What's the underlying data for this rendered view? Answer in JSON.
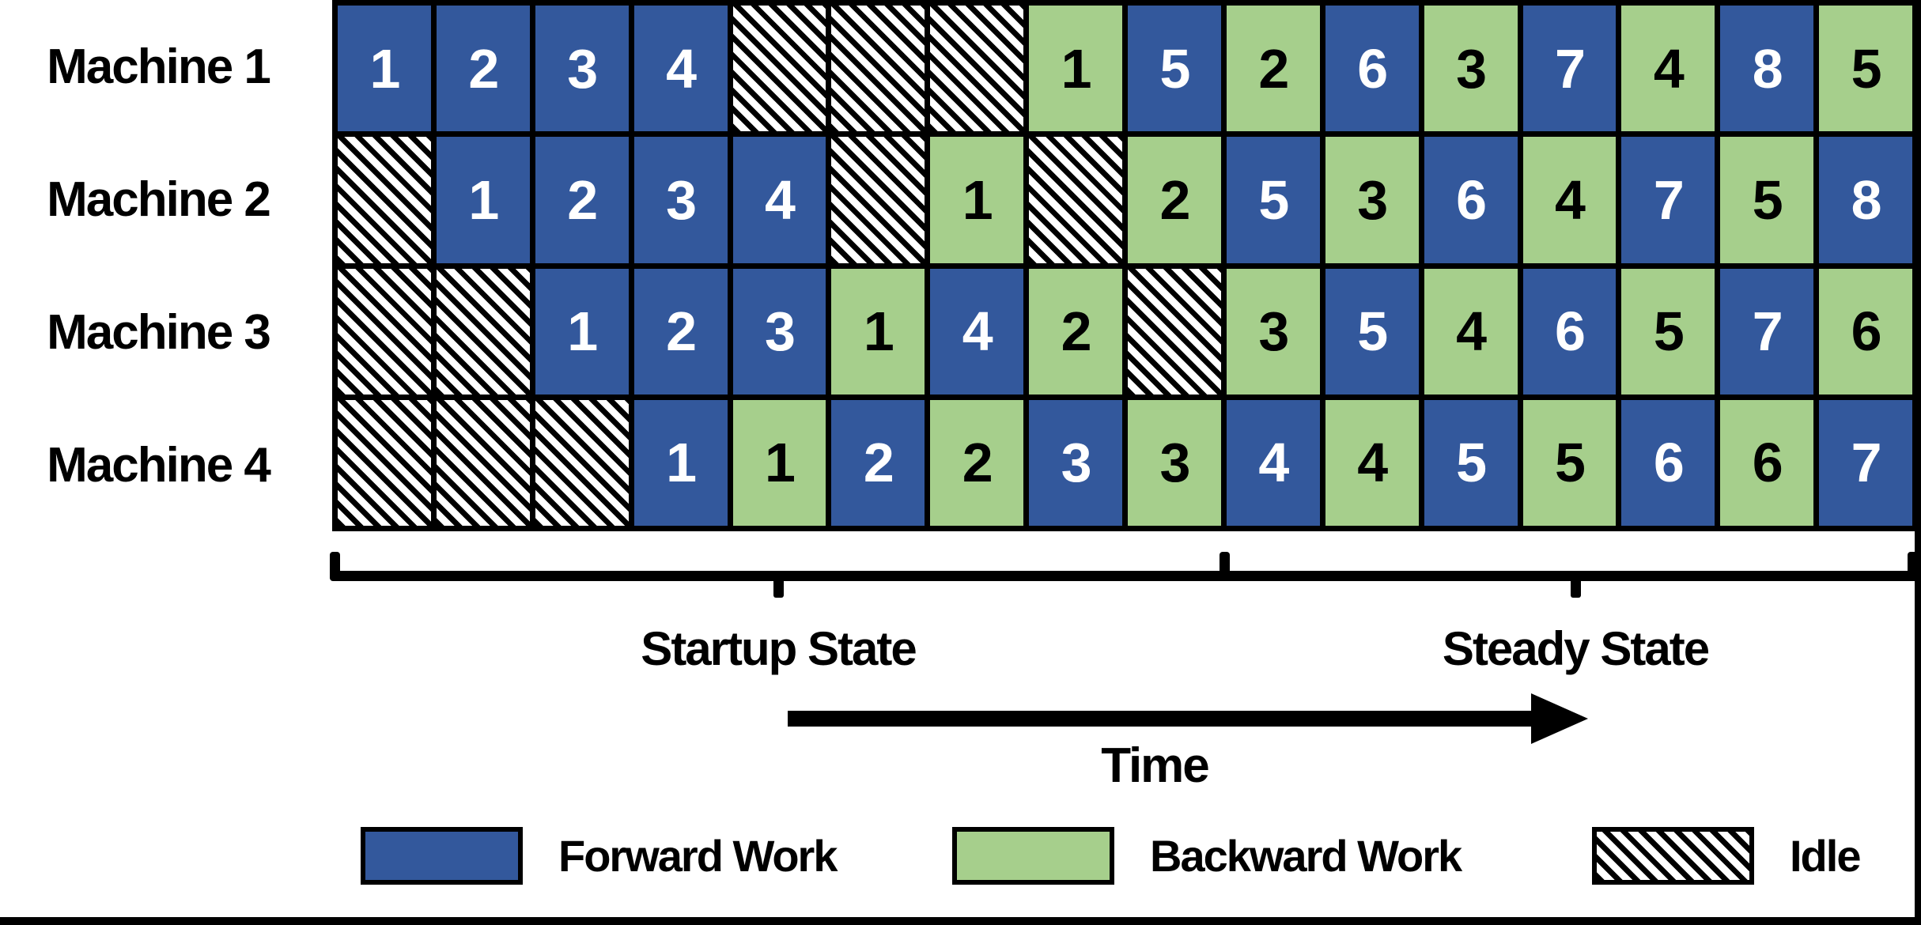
{
  "figure": {
    "description_visible": false
  },
  "machines": [
    {
      "label": "Machine 1",
      "slots": [
        "F1",
        "F2",
        "F3",
        "F4",
        "I",
        "I",
        "I",
        "B1",
        "F5",
        "B2",
        "F6",
        "B3",
        "F7",
        "B4",
        "F8",
        "B5"
      ]
    },
    {
      "label": "Machine 2",
      "slots": [
        "I",
        "F1",
        "F2",
        "F3",
        "F4",
        "I",
        "B1",
        "I",
        "B2",
        "F5",
        "B3",
        "F6",
        "B4",
        "F7",
        "B5",
        "F8"
      ]
    },
    {
      "label": "Machine 3",
      "slots": [
        "I",
        "I",
        "F1",
        "F2",
        "F3",
        "B1",
        "F4",
        "B2",
        "I",
        "B3",
        "F5",
        "B4",
        "F6",
        "B5",
        "F7",
        "B6"
      ]
    },
    {
      "label": "Machine 4",
      "slots": [
        "I",
        "I",
        "I",
        "F1",
        "B1",
        "F2",
        "B2",
        "F3",
        "B3",
        "F4",
        "B4",
        "F5",
        "B5",
        "F6",
        "B6",
        "F7"
      ]
    }
  ],
  "slot_types": {
    "F": "forward",
    "B": "backward",
    "I": "idle"
  },
  "phases": {
    "startup_label": "Startup State",
    "steady_label": "Steady State",
    "startup_slots": 9,
    "steady_slots": 7
  },
  "time_axis": {
    "label": "Time"
  },
  "legend": {
    "items": [
      {
        "key": "forward",
        "label": "Forward Work"
      },
      {
        "key": "backward",
        "label": "Backward Work"
      },
      {
        "key": "idle",
        "label": "Idle"
      }
    ]
  },
  "colors": {
    "forward": "#33589C",
    "backward": "#A6CF8C",
    "idle_stripe": "#000000",
    "idle_background": "#FFFFFF",
    "border": "#000000",
    "text_on_forward": "#FFFFFF",
    "text_on_backward": "#000000"
  }
}
